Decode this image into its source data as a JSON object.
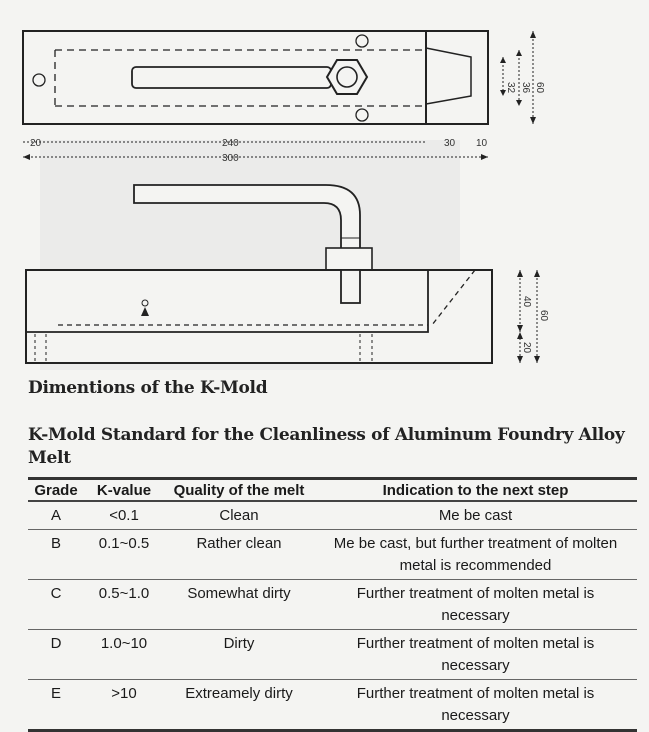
{
  "top_view": {
    "dims": {
      "d20": "20",
      "d240": "240",
      "d30": "30",
      "d10": "10",
      "d300": "300",
      "d32": "32",
      "d36": "36",
      "d60": "60"
    }
  },
  "side_view": {
    "dims": {
      "d40": "40",
      "d20": "20",
      "d60": "60"
    }
  },
  "dimensions_title": "Dimentions of the K-Mold",
  "standard_title": "K-Mold Standard for the Cleanliness of Aluminum Foundry Alloy Melt",
  "table": {
    "headers": [
      "Grade",
      "K-value",
      "Quality of the melt",
      "Indication to the next step"
    ],
    "rows": [
      [
        "A",
        "<0.1",
        "Clean",
        "Me be cast"
      ],
      [
        "B",
        "0.1~0.5",
        "Rather clean",
        "Me be cast, but further treatment of molten metal is recommended"
      ],
      [
        "C",
        "0.5~1.0",
        "Somewhat dirty",
        "Further treatment of molten metal is necessary"
      ],
      [
        "D",
        "1.0~10",
        "Dirty",
        "Further treatment of molten metal is necessary"
      ],
      [
        "E",
        ">10",
        "Extreamely dirty",
        "Further treatment of molten metal is necessary"
      ]
    ]
  }
}
